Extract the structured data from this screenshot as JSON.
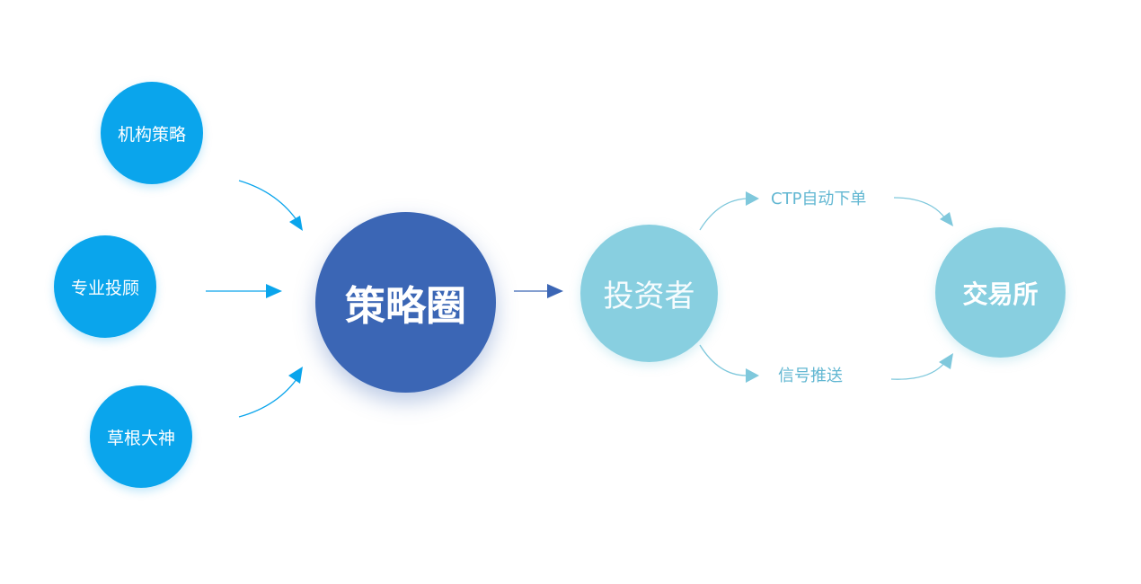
{
  "diagram": {
    "sources": [
      {
        "label": "机构策略"
      },
      {
        "label": "专业投顾"
      },
      {
        "label": "草根大神"
      }
    ],
    "hub": {
      "label": "策略圈"
    },
    "investor": {
      "label": "投资者"
    },
    "exchange": {
      "label": "交易所"
    },
    "routes": [
      {
        "label": "CTP自动下单"
      },
      {
        "label": "信号推送"
      }
    ],
    "colors": {
      "source": "#0aa5ec",
      "hub": "#3b66b5",
      "light": "#88cfe0",
      "arrow_blue": "#0aa5ec",
      "arrow_dark": "#3b66b5",
      "arrow_light": "#7fc8dc"
    }
  }
}
